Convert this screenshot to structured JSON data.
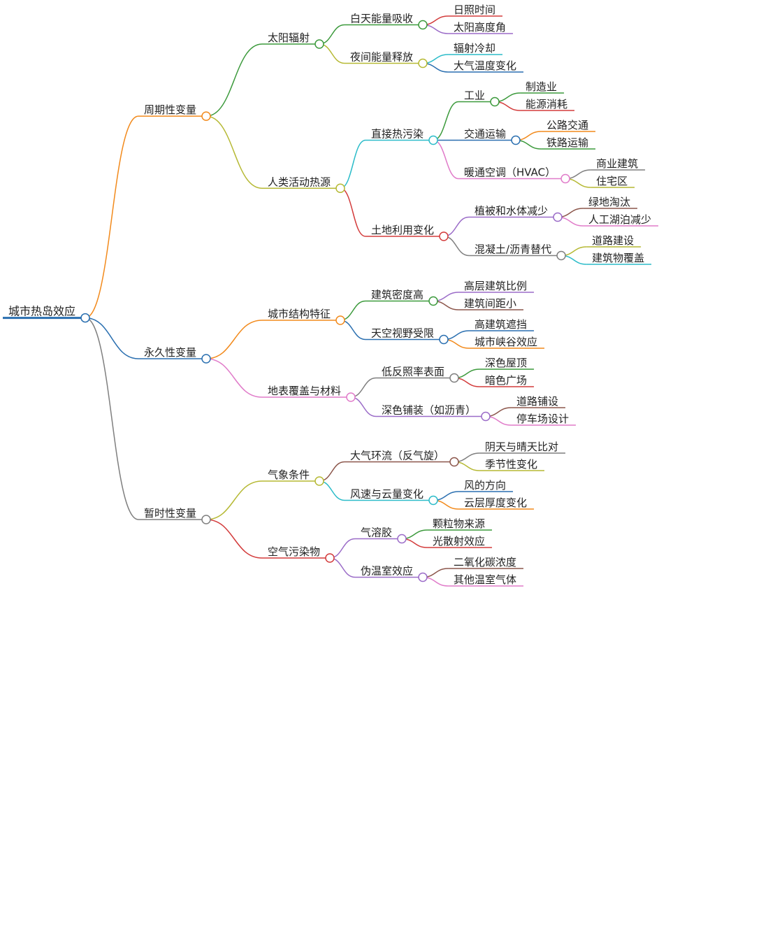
{
  "root": {
    "label": "城市热岛效应",
    "color": "#2a6fb0",
    "children": [
      {
        "label": "周期性变量",
        "color": "#f28a1c",
        "children": [
          {
            "label": "太阳辐射",
            "color": "#3c9a3c",
            "children": [
              {
                "label": "白天能量吸收",
                "color": "#3c9a3c",
                "children": [
                  {
                    "label": "日照时间",
                    "color": "#d33b3b"
                  },
                  {
                    "label": "太阳高度角",
                    "color": "#9b6cc8"
                  }
                ]
              },
              {
                "label": "夜间能量释放",
                "color": "#b6b934",
                "children": [
                  {
                    "label": "辐射冷却",
                    "color": "#2bbcc9"
                  },
                  {
                    "label": "大气温度变化",
                    "color": "#2a6fb0"
                  }
                ]
              }
            ]
          },
          {
            "label": "人类活动热源",
            "color": "#b6b934",
            "children": [
              {
                "label": "直接热污染",
                "color": "#2bbcc9",
                "children": [
                  {
                    "label": "工业",
                    "color": "#3c9a3c",
                    "children": [
                      {
                        "label": "制造业",
                        "color": "#3c9a3c"
                      },
                      {
                        "label": "能源消耗",
                        "color": "#d33b3b"
                      }
                    ]
                  },
                  {
                    "label": "交通运输",
                    "color": "#2a6fb0",
                    "children": [
                      {
                        "label": "公路交通",
                        "color": "#f28a1c"
                      },
                      {
                        "label": "铁路运输",
                        "color": "#3c9a3c"
                      }
                    ]
                  },
                  {
                    "label": "暖通空调（HVAC）",
                    "color": "#e07bc9",
                    "children": [
                      {
                        "label": "商业建筑",
                        "color": "#7f7f7f"
                      },
                      {
                        "label": "住宅区",
                        "color": "#b6b934"
                      }
                    ]
                  }
                ]
              },
              {
                "label": "土地利用变化",
                "color": "#d33b3b",
                "children": [
                  {
                    "label": "植被和水体减少",
                    "color": "#9b6cc8",
                    "children": [
                      {
                        "label": "绿地淘汰",
                        "color": "#8c564b"
                      },
                      {
                        "label": "人工湖泊减少",
                        "color": "#e07bc9"
                      }
                    ]
                  },
                  {
                    "label": "混凝土/沥青替代",
                    "color": "#7f7f7f",
                    "children": [
                      {
                        "label": "道路建设",
                        "color": "#b6b934"
                      },
                      {
                        "label": "建筑物覆盖",
                        "color": "#2bbcc9"
                      }
                    ]
                  }
                ]
              }
            ]
          }
        ]
      },
      {
        "label": "永久性变量",
        "color": "#2a6fb0",
        "children": [
          {
            "label": "城市结构特征",
            "color": "#f28a1c",
            "children": [
              {
                "label": "建筑密度高",
                "color": "#3c9a3c",
                "children": [
                  {
                    "label": "高层建筑比例",
                    "color": "#9b6cc8"
                  },
                  {
                    "label": "建筑间距小",
                    "color": "#8c564b"
                  }
                ]
              },
              {
                "label": "天空视野受限",
                "color": "#2a6fb0",
                "children": [
                  {
                    "label": "高建筑遮挡",
                    "color": "#2a6fb0"
                  },
                  {
                    "label": "城市峡谷效应",
                    "color": "#f28a1c"
                  }
                ]
              }
            ]
          },
          {
            "label": "地表覆盖与材料",
            "color": "#e07bc9",
            "children": [
              {
                "label": "低反照率表面",
                "color": "#7f7f7f",
                "children": [
                  {
                    "label": "深色屋顶",
                    "color": "#3c9a3c"
                  },
                  {
                    "label": "暗色广场",
                    "color": "#d33b3b"
                  }
                ]
              },
              {
                "label": "深色铺装（如沥青）",
                "color": "#9b6cc8",
                "children": [
                  {
                    "label": "道路铺设",
                    "color": "#8c564b"
                  },
                  {
                    "label": "停车场设计",
                    "color": "#e07bc9"
                  }
                ]
              }
            ]
          }
        ]
      },
      {
        "label": "暂时性变量",
        "color": "#7f7f7f",
        "children": [
          {
            "label": "气象条件",
            "color": "#b6b934",
            "children": [
              {
                "label": "大气环流（反气旋）",
                "color": "#8c564b",
                "children": [
                  {
                    "label": "阴天与晴天比对",
                    "color": "#7f7f7f"
                  },
                  {
                    "label": "季节性变化",
                    "color": "#b6b934"
                  }
                ]
              },
              {
                "label": "风速与云量变化",
                "color": "#2bbcc9",
                "children": [
                  {
                    "label": "风的方向",
                    "color": "#2a6fb0"
                  },
                  {
                    "label": "云层厚度变化",
                    "color": "#f28a1c"
                  }
                ]
              }
            ]
          },
          {
            "label": "空气污染物",
            "color": "#d33b3b",
            "children": [
              {
                "label": "气溶胶",
                "color": "#9b6cc8",
                "children": [
                  {
                    "label": "颗粒物来源",
                    "color": "#3c9a3c"
                  },
                  {
                    "label": "光散射效应",
                    "color": "#d33b3b"
                  }
                ]
              },
              {
                "label": "伪温室效应",
                "color": "#9b6cc8",
                "children": [
                  {
                    "label": "二氧化碳浓度",
                    "color": "#8c564b"
                  },
                  {
                    "label": "其他温室气体",
                    "color": "#e07bc9"
                  }
                ]
              }
            ]
          }
        ]
      }
    ]
  }
}
